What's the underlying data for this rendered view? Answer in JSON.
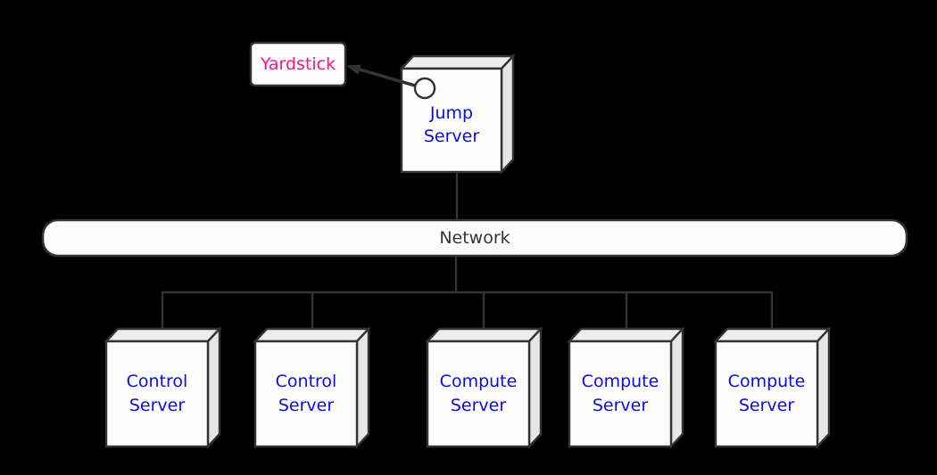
{
  "colors": {
    "background": "#000000",
    "stroke": "#333333",
    "node_fill": "#fdfdfd",
    "face_top": "#ededed",
    "face_side": "#e6e6e6",
    "text_blue": "#0a0af0",
    "text_pink": "#f4148c",
    "text_dark": "#333333"
  },
  "nodes": {
    "yardstick": {
      "label": "Yardstick"
    },
    "jump_server": {
      "label": "Jump\nServer"
    },
    "network": {
      "label": "Network"
    },
    "servers": [
      {
        "label": "Control\nServer"
      },
      {
        "label": "Control\nServer"
      },
      {
        "label": "Compute\nServer"
      },
      {
        "label": "Compute\nServer"
      },
      {
        "label": "Compute\nServer"
      }
    ]
  }
}
